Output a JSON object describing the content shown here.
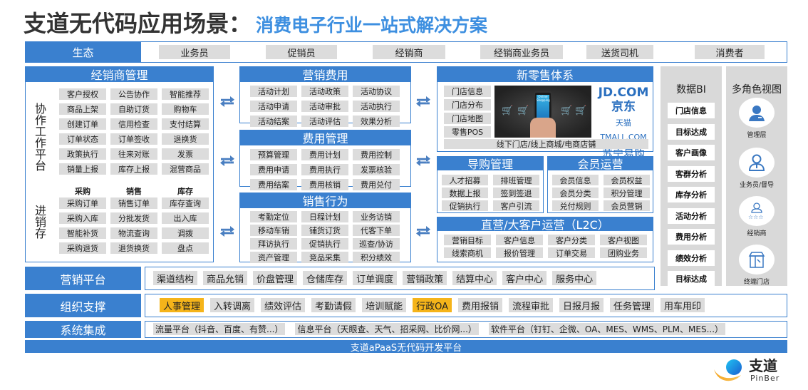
{
  "title": {
    "main": "支道无代码应用场景：",
    "sub": "消费电子行业一站式解决方案"
  },
  "ecosystem": {
    "label": "生态",
    "roles": [
      "业务员",
      "促销员",
      "经销商",
      "经销商业务员",
      "送货司机",
      "消费者"
    ]
  },
  "dealer_mgmt": {
    "title": "经销商管理",
    "collab": {
      "label": "协作工作平台",
      "items": [
        "客户授权",
        "公告协作",
        "智能推荐",
        "商品上架",
        "自助订货",
        "购物车",
        "创建订单",
        "信用检查",
        "支付结算",
        "订单状态",
        "订单签收",
        "退换货",
        "政策执行",
        "往来对账",
        "发票",
        "销量上报",
        "库存上报",
        "混营商品"
      ]
    },
    "psi": {
      "label": "进销存",
      "headers": [
        "采购",
        "销售",
        "库存"
      ],
      "items": [
        "采购订单",
        "销售订单",
        "库存查询",
        "采购入库",
        "分批发货",
        "出入库",
        "智能补货",
        "物流查询",
        "调拨",
        "采购退货",
        "退货换货",
        "盘点"
      ]
    }
  },
  "marketing_cost": {
    "title": "营销费用",
    "items": [
      "活动计划",
      "活动政策",
      "活动协议",
      "活动申请",
      "活动审批",
      "活动执行",
      "活动结案",
      "活动评估",
      "效果分析"
    ]
  },
  "cost_mgmt": {
    "title": "费用管理",
    "items": [
      "预算管理",
      "费用计划",
      "费用控制",
      "费用申请",
      "费用执行",
      "发票核验",
      "费用结案",
      "费用核销",
      "费用兑付"
    ]
  },
  "sales_behavior": {
    "title": "销售行为",
    "items": [
      "考勤定位",
      "日程计划",
      "业务访销",
      "移动车销",
      "铺货订货",
      "代客下单",
      "拜访执行",
      "促销执行",
      "巡查/协访",
      "资产管理",
      "竞品采集",
      "积分绩效"
    ]
  },
  "new_retail": {
    "title": "新零售体系",
    "items": [
      "门店信息",
      "门店分布",
      "门店地图",
      "零售POS"
    ],
    "image_caption": "Online Shopping",
    "brands": [
      "JD.COM 京东",
      "天猫 TMALL.COM",
      "苏宁易购"
    ],
    "footer": "线下门店/线上商城/电商店铺"
  },
  "guide_mgmt": {
    "title": "导购管理",
    "items": [
      "人才招募",
      "排班管理",
      "数据上报",
      "签到签退",
      "促销执行",
      "客户引流"
    ]
  },
  "member_ops": {
    "title": "会员运营",
    "items": [
      "会员信息",
      "会员权益",
      "会员分类",
      "积分管理",
      "兑付规则",
      "会员营销"
    ]
  },
  "l2c": {
    "title": "直营/大客户运营（L2C）",
    "items": [
      "营销目标",
      "客户信息",
      "客户分类",
      "客户视图",
      "线索商机",
      "报价管理",
      "订单交易",
      "团购业务"
    ]
  },
  "data_bi": {
    "title": "数据BI",
    "items": [
      "门店信息",
      "目标达成",
      "客户画像",
      "客群分析",
      "库存分析",
      "活动分析",
      "费用分析",
      "绩效分析",
      "目标达成"
    ]
  },
  "multi_role": {
    "title": "多角色视图",
    "roles": [
      "管理层",
      "业务员/督导",
      "经销商",
      "终端门店"
    ]
  },
  "marketing_platform": {
    "label": "营销平台",
    "items": [
      "渠道结构",
      "商品允销",
      "价盘管理",
      "仓储库存",
      "订单调度",
      "营销政策",
      "结算中心",
      "客户中心",
      "服务中心"
    ]
  },
  "org_support": {
    "label": "组织支撑",
    "items": [
      "人事管理",
      "入转调离",
      "绩效评估",
      "考勤请假",
      "培训赋能",
      "行政OA",
      "费用报销",
      "流程审批",
      "日报月报",
      "任务管理",
      "用车用印"
    ],
    "highlighted": [
      "人事管理",
      "行政OA"
    ]
  },
  "system_integration": {
    "label": "系统集成",
    "items": [
      "流量平台（抖音、百度、有赞...）",
      "信息平台（天眼查、天气、招采网、比价网...）",
      "软件平台（钉钉、企微、OA、MES、WMS、PLM、MES...）"
    ]
  },
  "footer_bar": "支道aPaaS无代码开发平台",
  "logo": {
    "cn": "支道",
    "en": "PinBer"
  },
  "colors": {
    "primary": "#3a80cf",
    "title_sub": "#3d8fe0",
    "chip": "#dcdcdc",
    "highlight": "#f5b41a",
    "panel": "#d9d9d9"
  }
}
